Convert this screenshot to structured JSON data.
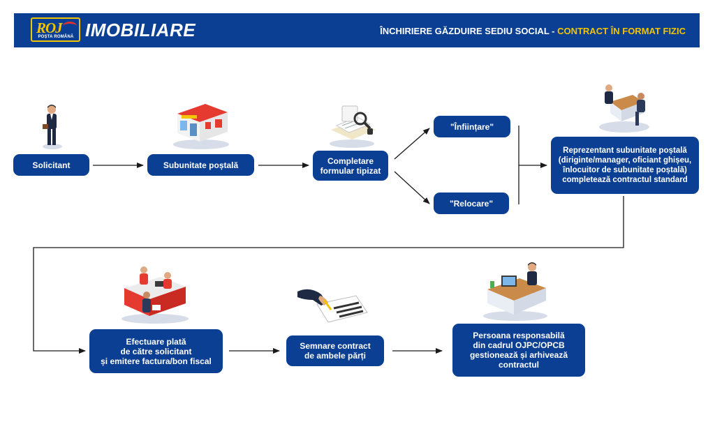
{
  "header": {
    "logo_text": "ROJ",
    "logo_subtitle": "POȘTA ROMÂNĂ",
    "brand": "IMOBILIARE",
    "title_main": "ÎNCHIRIERE GĂZDUIRE SEDIU SOCIAL - ",
    "title_highlight": "CONTRACT ÎN FORMAT FIZIC",
    "colors": {
      "bar": "#0b3f93",
      "highlight": "#f4c400",
      "node": "#0b3f93"
    }
  },
  "nodes": {
    "solicitant": "Solicitant",
    "subunitate": "Subunitate poștală",
    "completare": "Completare\nformular tipizat",
    "infiintare": "\"Înființare\"",
    "relocare": "\"Relocare\"",
    "reprezentant": "Reprezentant subunitate poștală\n(diriginte/manager, oficiant ghișeu,\nînlocuitor de subunitate poștală)\ncompletează contractul standard",
    "plata": "Efectuare plată\nde către solicitant\nși emitere factura/bon fiscal",
    "semnare": "Semnare contract\nde ambele părți",
    "persoana": "Persoana responsabilă\ndin cadrul OJPC/OPCB\ngestionează și arhivează\ncontractul"
  },
  "illustrations": {
    "solicitant": "businessman-icon",
    "subunitate": "post-office-building-icon",
    "completare": "form-magnifier-icon",
    "reprezentant": "meeting-desk-icon",
    "plata": "payment-counter-icon",
    "semnare": "signing-contract-icon",
    "persoana": "office-worker-desk-icon"
  }
}
